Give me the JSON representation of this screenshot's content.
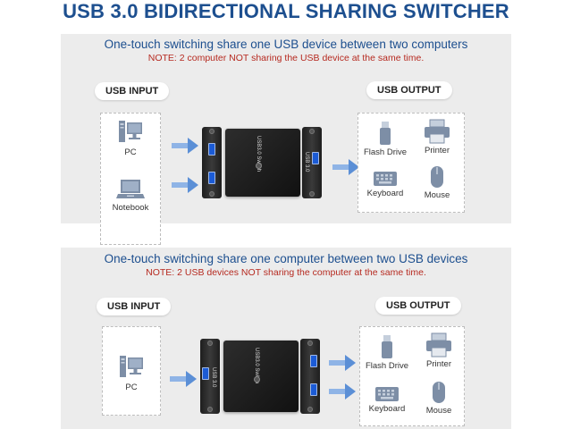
{
  "title": "USB 3.0 BIDIRECTIONAL SHARING SWITCHER",
  "top_panel": {
    "heading": "One-touch switching share one USB device between two computers",
    "note": "NOTE: 2 computer NOT sharing the USB device at the same time.",
    "input_label": "USB INPUT",
    "output_label": "USB OUTPUT",
    "inputs": [
      "PC",
      "Notebook"
    ],
    "outputs": [
      "Flash Drive",
      "Printer",
      "Keyboard",
      "Mouse"
    ],
    "switch_text": "USB3.0 Switch",
    "port_text": "USB 3.0"
  },
  "bottom_panel": {
    "heading": "One-touch switching share one computer between two USB devices",
    "note": "NOTE: 2 USB devices NOT sharing the computer at the same time.",
    "input_label": "USB INPUT",
    "output_label": "USB OUTPUT",
    "inputs": [
      "PC"
    ],
    "outputs": [
      "Flash Drive",
      "Printer",
      "Keyboard",
      "Mouse"
    ],
    "switch_text": "USB3.0 Switch",
    "port_text": "USB 3.0"
  },
  "colors": {
    "title_blue": "#1d4f8f",
    "note_red": "#b62a20",
    "panel_gray": "#ececec",
    "arrow_blue": "#5b8fd6",
    "port_blue": "#1b5bd6"
  },
  "icons": [
    "pc-icon",
    "notebook-icon",
    "flash-drive-icon",
    "printer-icon",
    "keyboard-icon",
    "mouse-icon",
    "arrow-right-icon"
  ]
}
